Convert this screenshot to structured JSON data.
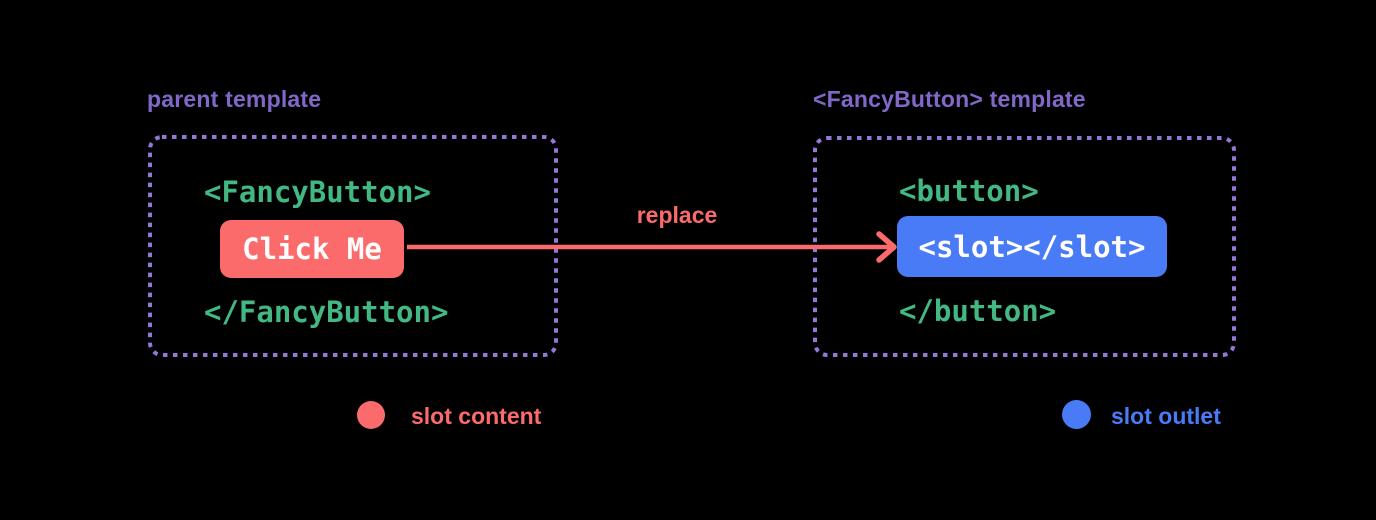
{
  "colors": {
    "background": "#000000",
    "title_purple": "#8168c8",
    "border_purple": "#9478d8",
    "code_green": "#42b883",
    "accent_red": "#fc6b6b",
    "accent_blue": "#4a7bf7",
    "text_white": "#ffffff"
  },
  "left_panel": {
    "title": "parent template",
    "code_open": "<FancyButton>",
    "button_label": "Click Me",
    "code_close": "</FancyButton>"
  },
  "arrow": {
    "label": "replace"
  },
  "right_panel": {
    "title": "<FancyButton> template",
    "code_open": "<button>",
    "slot_label": "<slot></slot>",
    "code_close": "</button>"
  },
  "legend": [
    {
      "label": "slot content",
      "color": "#fc6b6b"
    },
    {
      "label": "slot outlet",
      "color": "#4a7bf7"
    }
  ]
}
